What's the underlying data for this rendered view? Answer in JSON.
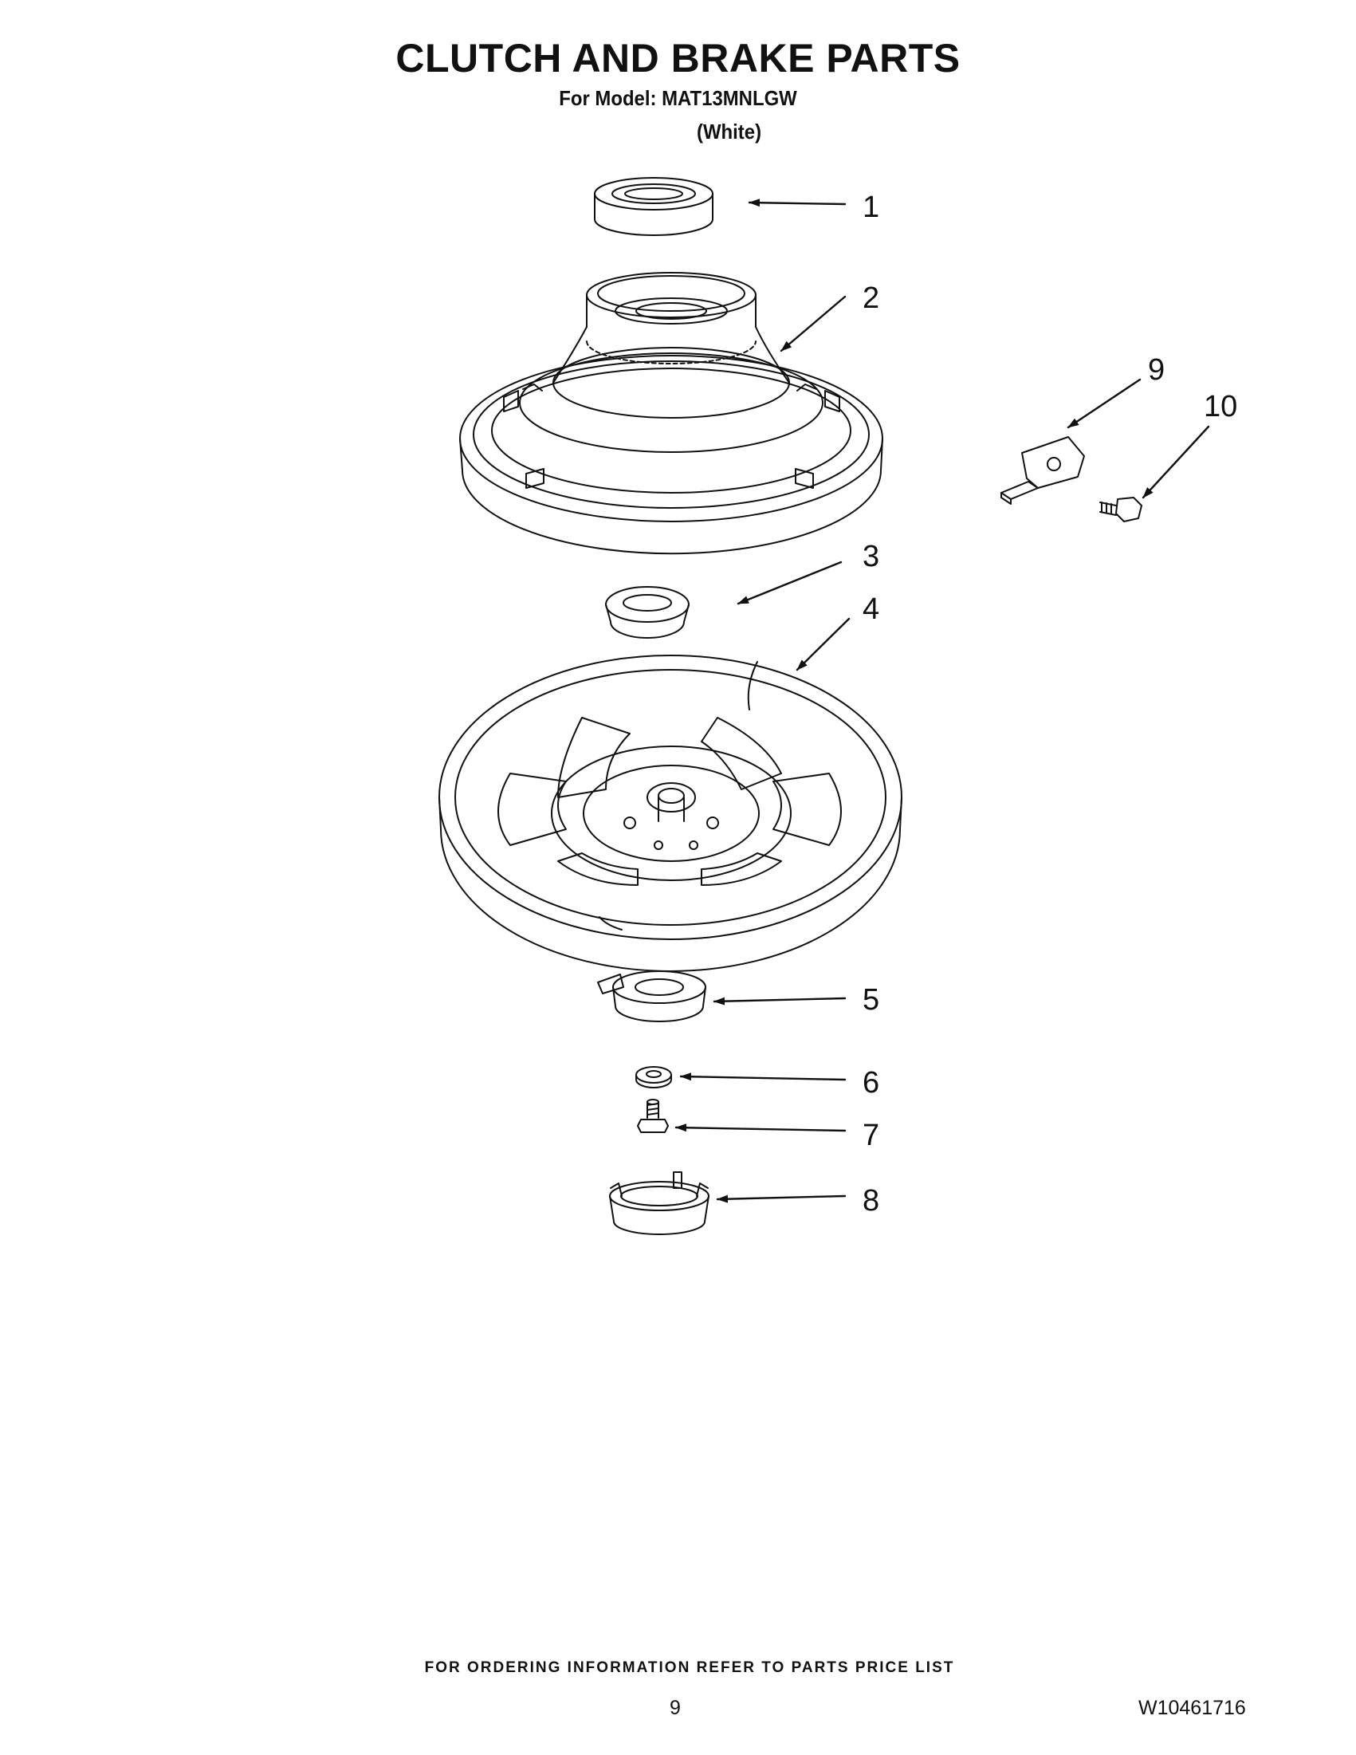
{
  "header": {
    "title": "CLUTCH AND BRAKE PARTS",
    "model_line": "For Model: MAT13MNLGW",
    "color_line": "(White)"
  },
  "callouts": [
    "1",
    "2",
    "3",
    "4",
    "5",
    "6",
    "7",
    "8",
    "9",
    "10"
  ],
  "footer": {
    "ordering_note": "FOR ORDERING INFORMATION REFER TO PARTS PRICE LIST",
    "page_number": "9",
    "document_number": "W10461716"
  }
}
